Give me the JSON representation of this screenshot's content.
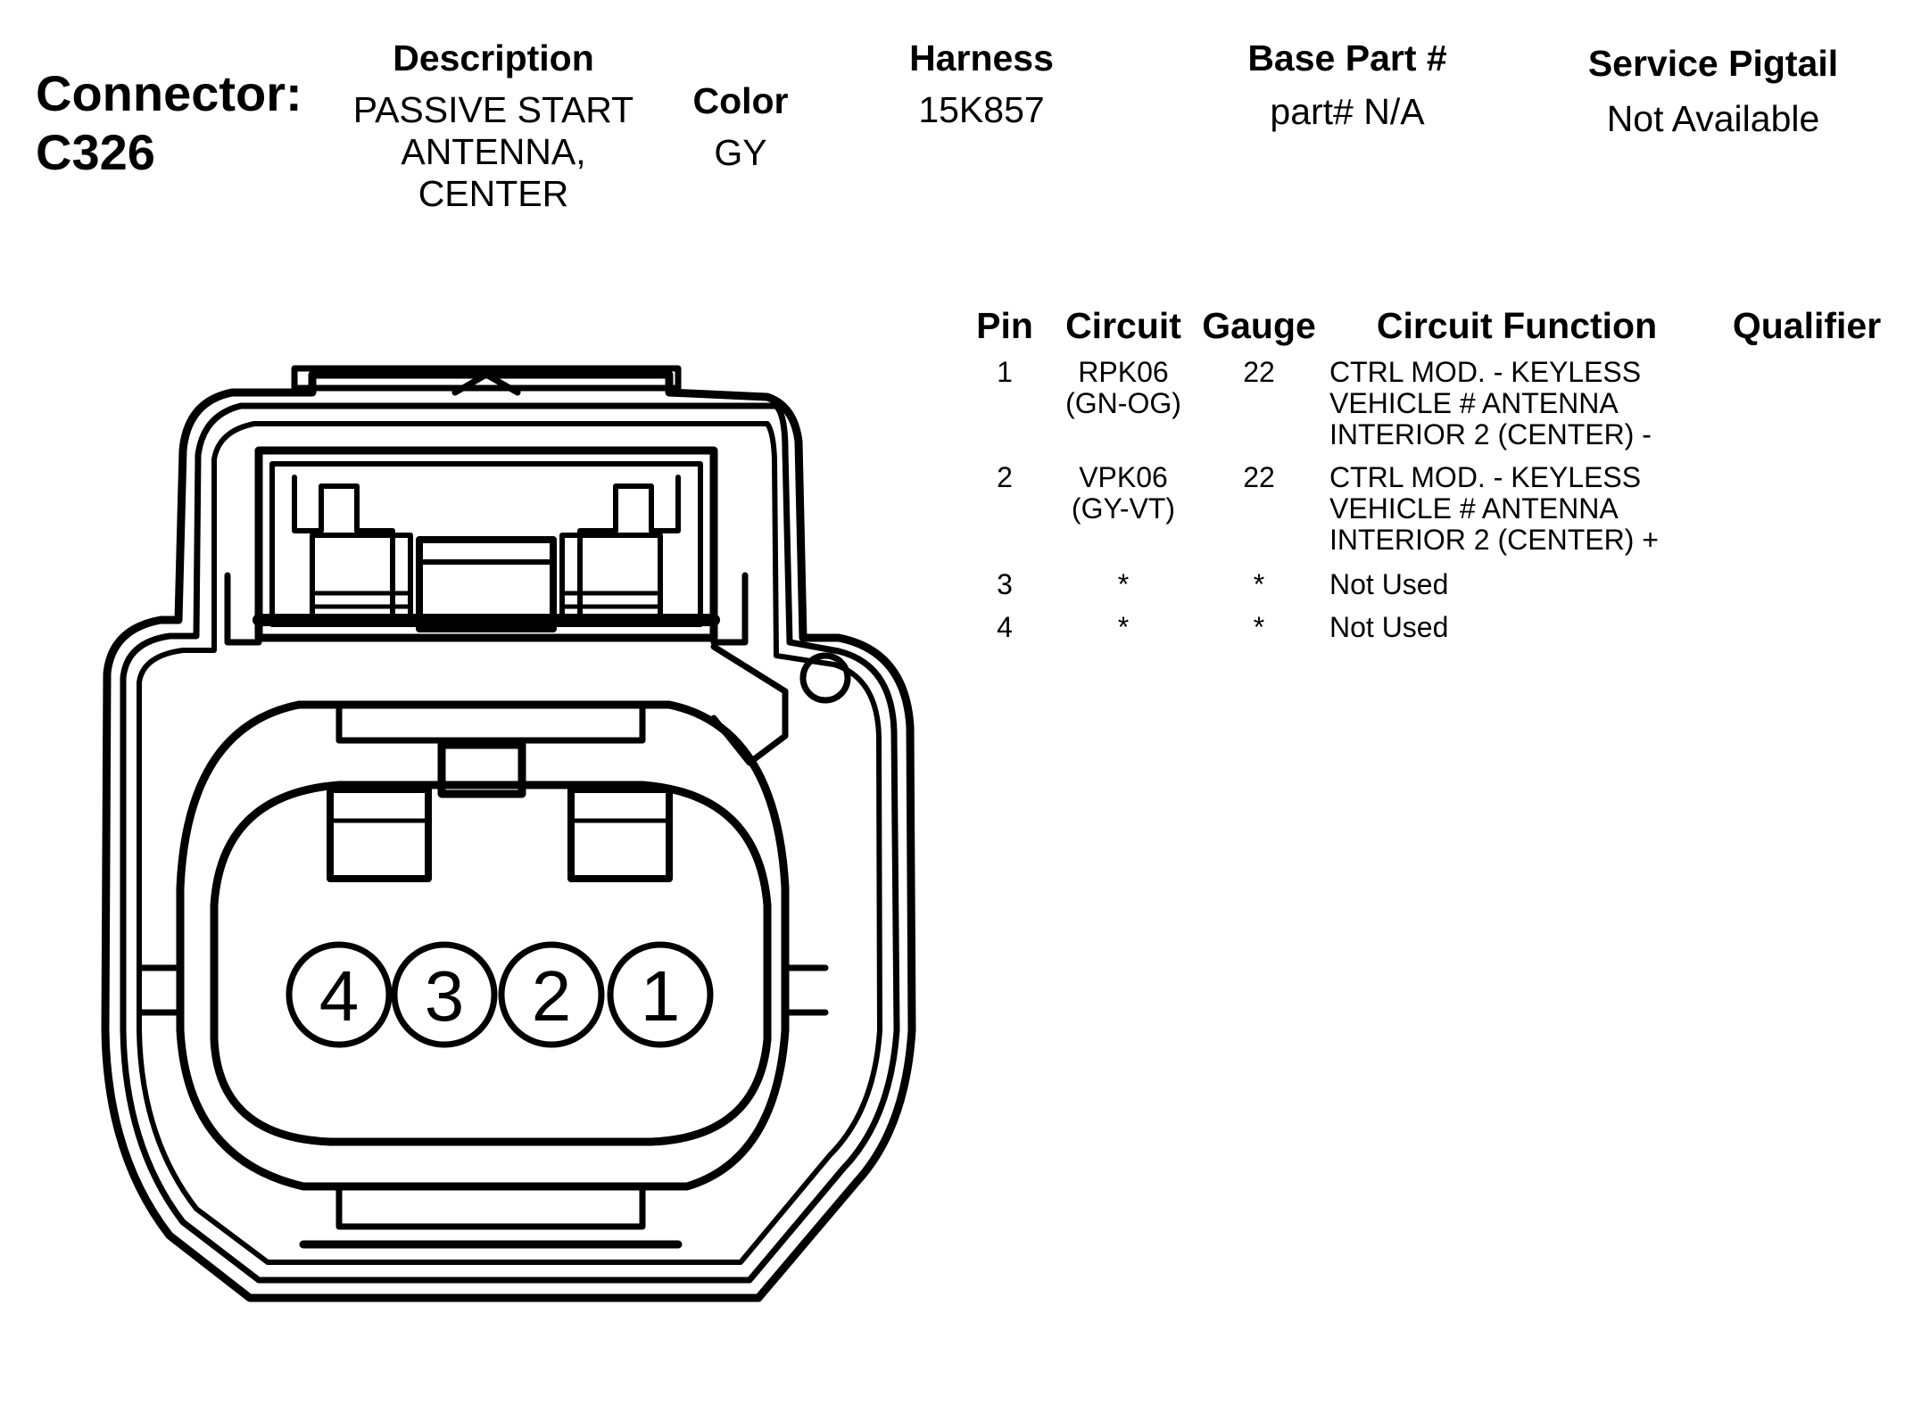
{
  "connector": {
    "label": "Connector:",
    "id": "C326"
  },
  "description": {
    "header": "Description",
    "lines": [
      "PASSIVE START",
      "ANTENNA,",
      "CENTER"
    ]
  },
  "color": {
    "header": "Color",
    "value": "GY"
  },
  "harness": {
    "header": "Harness",
    "value": "15K857"
  },
  "base_part": {
    "header": "Base Part #",
    "value": "part# N/A"
  },
  "service_pigtail": {
    "header": "Service Pigtail",
    "value": "Not Available"
  },
  "pin_table": {
    "headers": {
      "pin": "Pin",
      "circuit": "Circuit",
      "gauge": "Gauge",
      "function": "Circuit Function",
      "qualifier": "Qualifier"
    },
    "rows": [
      {
        "pin": "1",
        "circuit": [
          "RPK06",
          "(GN-OG)"
        ],
        "gauge": "22",
        "function": [
          "CTRL MOD. - KEYLESS",
          "VEHICLE # ANTENNA",
          "INTERIOR 2 (CENTER) -"
        ],
        "qualifier": ""
      },
      {
        "pin": "2",
        "circuit": [
          "VPK06",
          "(GY-VT)"
        ],
        "gauge": "22",
        "function": [
          "CTRL MOD. - KEYLESS",
          "VEHICLE # ANTENNA",
          "INTERIOR 2 (CENTER) +"
        ],
        "qualifier": ""
      },
      {
        "pin": "3",
        "circuit": [
          "*"
        ],
        "gauge": "*",
        "function": [
          "Not Used"
        ],
        "qualifier": ""
      },
      {
        "pin": "4",
        "circuit": [
          "*"
        ],
        "gauge": "*",
        "function": [
          "Not Used"
        ],
        "qualifier": ""
      }
    ]
  },
  "drawing": {
    "pin_labels": [
      "4",
      "3",
      "2",
      "1"
    ]
  }
}
